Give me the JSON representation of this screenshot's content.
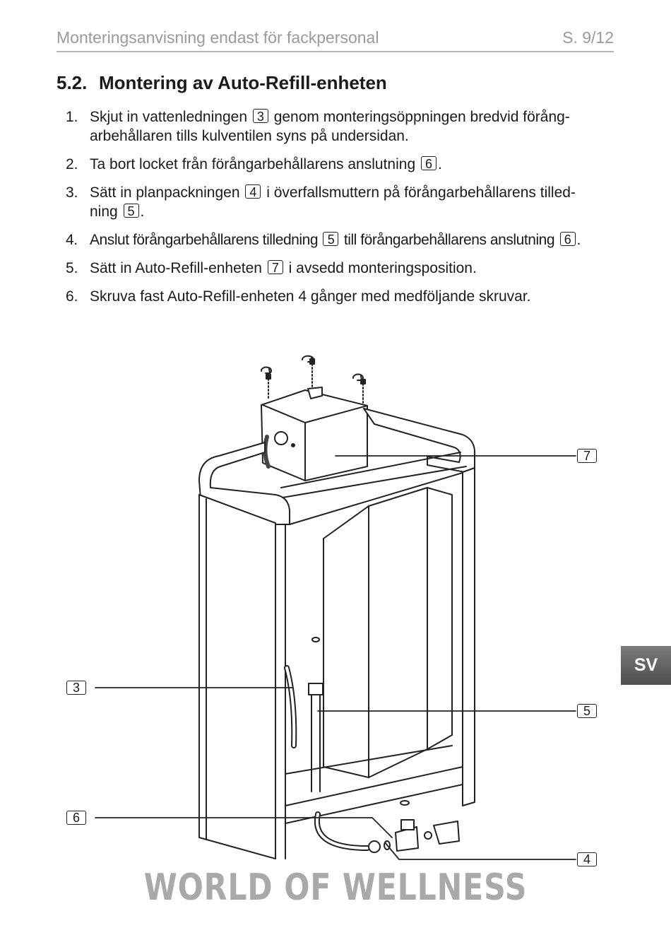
{
  "header": {
    "title": "Monteringsanvisning endast för fackpersonal",
    "page": "S. 9/12"
  },
  "section": {
    "number": "5.2.",
    "title": "Montering av Auto-Refill-enheten"
  },
  "steps": [
    {
      "n": "1.",
      "line1_a": "Skjut in vattenledningen",
      "ref1": "3",
      "line1_b": "genom monteringsöppningen bredvid förång-",
      "line2": "arbehållaren tills kulventilen syns på undersidan."
    },
    {
      "n": "2.",
      "text_a": "Ta bort locket från förångarbehållarens anslutning",
      "ref1": "6",
      "text_b": "."
    },
    {
      "n": "3.",
      "line1_a": "Sätt in planpackningen",
      "ref1": "4",
      "line1_b": "i överfallsmuttern på förångarbehållarens tilled-",
      "line2_a": "ning",
      "ref2": "5",
      "line2_b": "."
    },
    {
      "n": "4.",
      "text_a": "Anslut förångarbehållarens tilledning",
      "ref1": "5",
      "text_b": "till förångarbehållarens anslutning",
      "ref2": "6",
      "text_c": "."
    },
    {
      "n": "5.",
      "text_a": "Sätt in Auto-Refill-enheten",
      "ref1": "7",
      "text_b": "i avsedd monteringsposition."
    },
    {
      "n": "6.",
      "text_a": "Skruva fast Auto-Refill-enheten 4 gånger med medföljande skruvar."
    }
  ],
  "callouts": {
    "c7": "7",
    "c3": "3",
    "c5": "5",
    "c6": "6",
    "c4": "4"
  },
  "language_tab": "SV",
  "brand": "WORLD OF WELLNESS"
}
